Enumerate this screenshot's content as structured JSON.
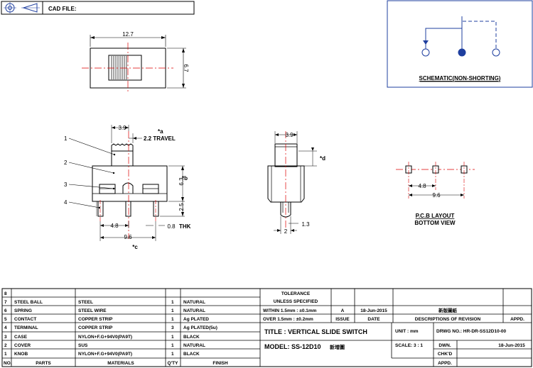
{
  "header": {
    "cad_file_label": "CAD FILE:"
  },
  "schematic": {
    "title": "SCHEMATIC(NON-SHORTING)"
  },
  "top_view": {
    "width_dim": "12.7",
    "height_dim": "6.7"
  },
  "front_view": {
    "callouts": [
      "1",
      "2",
      "3",
      "4"
    ],
    "dim_knob": "3.9",
    "travel_note": "2.2  TRAVEL",
    "star_a": "*a",
    "dim_height": "6.3",
    "star_b": "*b",
    "dim_pin_len": "2.5",
    "dim_pitch": "4.8",
    "dim_pin_thk": "0.8",
    "thk_label": "THK",
    "dim_span": "9.6",
    "star_c": "*c"
  },
  "side_view": {
    "dim_top": "3.9",
    "star_d": "*d",
    "dim_b1": "2",
    "dim_b2": "1.3"
  },
  "pcb": {
    "dim_pitch": "4.8",
    "dim_span": "9.6",
    "title": "P.C.B  LAYOUT",
    "subtitle": "BOTTOM  VIEW"
  },
  "bom": {
    "headers": {
      "no": "NO.",
      "parts": "PARTS",
      "materials": "MATERIALS",
      "qty": "Q'TY",
      "finish": "FINISH"
    },
    "rows": [
      {
        "no": "8",
        "part": "",
        "material": "",
        "qty": "",
        "finish": ""
      },
      {
        "no": "7",
        "part": "STEEL BALL",
        "material": "STEEL",
        "qty": "1",
        "finish": "NATURAL"
      },
      {
        "no": "6",
        "part": "SPRING",
        "material": "STEEL WIRE",
        "qty": "1",
        "finish": "NATURAL"
      },
      {
        "no": "5",
        "part": "CONTACT",
        "material": "COPPER STRIP",
        "qty": "1",
        "finish": "Ag PLATED"
      },
      {
        "no": "4",
        "part": "TERMINAL",
        "material": "COPPER STRIP",
        "qty": "3",
        "finish": "Ag PLATED(5u)"
      },
      {
        "no": "3",
        "part": "CASE",
        "material": "NYLON+F.G+94V0(PA9T)",
        "qty": "1",
        "finish": "BLACK"
      },
      {
        "no": "2",
        "part": "COVER",
        "material": "SUS",
        "qty": "1",
        "finish": "NATURAL"
      },
      {
        "no": "1",
        "part": "KNOB",
        "material": "NYLON+F.G+94V0(PA9T)",
        "qty": "1",
        "finish": "BLACK"
      }
    ]
  },
  "title_block": {
    "tolerance": "TOLERANCE",
    "unless": "UNLESS   SPECIFIED",
    "within": "WITHIN 1.5mm : ±0.1mm",
    "over": "OVER 1.5mm : ±0.2mm",
    "rev_value": "A",
    "rev_date": "18-Jun-2015",
    "rev_desc": "新版圖紙",
    "issue": "ISSUE",
    "date": "DATE",
    "descriptions": "DESCRIPTIONS OF REVISION",
    "appd": "APPD.",
    "title": "TITLE :  VERTICAL  SLIDE  SWITCH",
    "unit": "UNIT :  mm",
    "dwg_no": "DRWG  NO.: HR-DR-SS12D10-00",
    "model": "MODEL:    SS-12D10",
    "model_note": "新增圖",
    "scale": "SCALE:  3 : 1",
    "dwn": "DWN.",
    "dwn_date": "18-Jun-2015",
    "chkd": "CHK'D",
    "appd2": "APPD."
  }
}
